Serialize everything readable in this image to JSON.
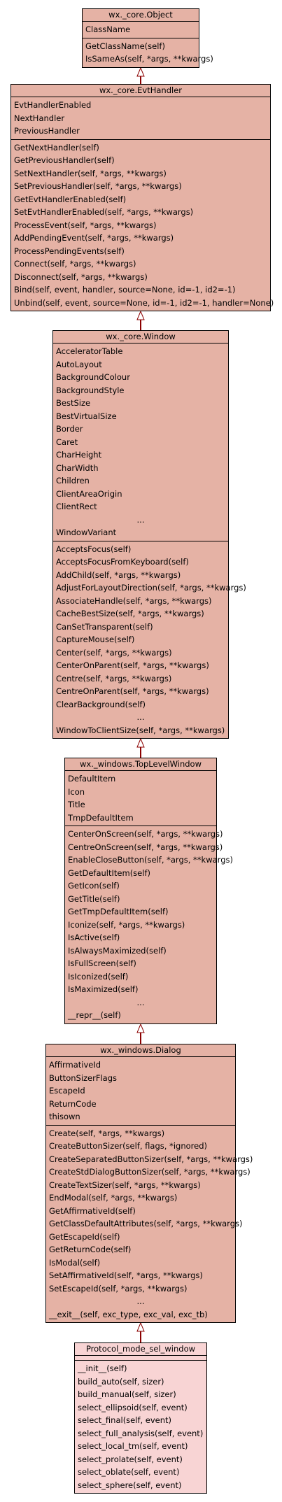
{
  "classes": [
    {
      "id": "object",
      "title": "wx._core.Object",
      "attributes": [
        "ClassName"
      ],
      "methods": [
        "GetClassName(self)",
        "IsSameAs(self, *args, **kwargs)"
      ]
    },
    {
      "id": "evthandler",
      "title": "wx._core.EvtHandler",
      "attributes": [
        "EvtHandlerEnabled",
        "NextHandler",
        "PreviousHandler"
      ],
      "methods": [
        "GetNextHandler(self)",
        "GetPreviousHandler(self)",
        "SetNextHandler(self, *args, **kwargs)",
        "SetPreviousHandler(self, *args, **kwargs)",
        "GetEvtHandlerEnabled(self)",
        "SetEvtHandlerEnabled(self, *args, **kwargs)",
        "ProcessEvent(self, *args, **kwargs)",
        "AddPendingEvent(self, *args, **kwargs)",
        "ProcessPendingEvents(self)",
        "Connect(self, *args, **kwargs)",
        "Disconnect(self, *args, **kwargs)",
        "Bind(self, event, handler, source=None, id=-1, id2=-1)",
        "Unbind(self, event, source=None, id=-1, id2=-1, handler=None)"
      ]
    },
    {
      "id": "window",
      "title": "wx._core.Window",
      "attributes": [
        "AcceleratorTable",
        "AutoLayout",
        "BackgroundColour",
        "BackgroundStyle",
        "BestSize",
        "BestVirtualSize",
        "Border",
        "Caret",
        "CharHeight",
        "CharWidth",
        "Children",
        "ClientAreaOrigin",
        "ClientRect",
        "...",
        "WindowVariant"
      ],
      "methods": [
        "AcceptsFocus(self)",
        "AcceptsFocusFromKeyboard(self)",
        "AddChild(self, *args, **kwargs)",
        "AdjustForLayoutDirection(self, *args, **kwargs)",
        "AssociateHandle(self, *args, **kwargs)",
        "CacheBestSize(self, *args, **kwargs)",
        "CanSetTransparent(self)",
        "CaptureMouse(self)",
        "Center(self, *args, **kwargs)",
        "CenterOnParent(self, *args, **kwargs)",
        "Centre(self, *args, **kwargs)",
        "CentreOnParent(self, *args, **kwargs)",
        "ClearBackground(self)",
        "...",
        "WindowToClientSize(self, *args, **kwargs)"
      ]
    },
    {
      "id": "toplevelwindow",
      "title": "wx._windows.TopLevelWindow",
      "attributes": [
        "DefaultItem",
        "Icon",
        "Title",
        "TmpDefaultItem"
      ],
      "methods": [
        "CenterOnScreen(self, *args, **kwargs)",
        "CentreOnScreen(self, *args, **kwargs)",
        "EnableCloseButton(self, *args, **kwargs)",
        "GetDefaultItem(self)",
        "GetIcon(self)",
        "GetTitle(self)",
        "GetTmpDefaultItem(self)",
        "Iconize(self, *args, **kwargs)",
        "IsActive(self)",
        "IsAlwaysMaximized(self)",
        "IsFullScreen(self)",
        "IsIconized(self)",
        "IsMaximized(self)",
        "...",
        "__repr__(self)"
      ]
    },
    {
      "id": "dialog",
      "title": "wx._windows.Dialog",
      "attributes": [
        "AffirmativeId",
        "ButtonSizerFlags",
        "EscapeId",
        "ReturnCode",
        "thisown"
      ],
      "methods": [
        "Create(self, *args, **kwargs)",
        "CreateButtonSizer(self, flags, *ignored)",
        "CreateSeparatedButtonSizer(self, *args, **kwargs)",
        "CreateStdDialogButtonSizer(self, *args, **kwargs)",
        "CreateTextSizer(self, *args, **kwargs)",
        "EndModal(self, *args, **kwargs)",
        "GetAffirmativeId(self)",
        "GetClassDefaultAttributes(self, *args, **kwargs)",
        "GetEscapeId(self)",
        "GetReturnCode(self)",
        "IsModal(self)",
        "SetAffirmativeId(self, *args, **kwargs)",
        "SetEscapeId(self, *args, **kwargs)",
        "...",
        "__exit__(self, exc_type, exc_val, exc_tb)"
      ]
    },
    {
      "id": "protocol",
      "title": "Protocol_mode_sel_window",
      "attributes": [],
      "methods": [
        "__init__(self)",
        "build_auto(self, sizer)",
        "build_manual(self, sizer)",
        "select_ellipsoid(self, event)",
        "select_final(self, event)",
        "select_full_analysis(self, event)",
        "select_local_tm(self, event)",
        "select_prolate(self, event)",
        "select_oblate(self, event)",
        "select_sphere(self, event)"
      ]
    }
  ],
  "inheritance": [
    {
      "child": "evthandler",
      "parent": "object"
    },
    {
      "child": "window",
      "parent": "evthandler"
    },
    {
      "child": "toplevelwindow",
      "parent": "window"
    },
    {
      "child": "dialog",
      "parent": "toplevelwindow"
    },
    {
      "child": "protocol",
      "parent": "dialog"
    }
  ],
  "colors": {
    "class_fill": "#e5b2a5",
    "leaf_fill": "#f8d4d4",
    "arrow": "#8b0000"
  }
}
